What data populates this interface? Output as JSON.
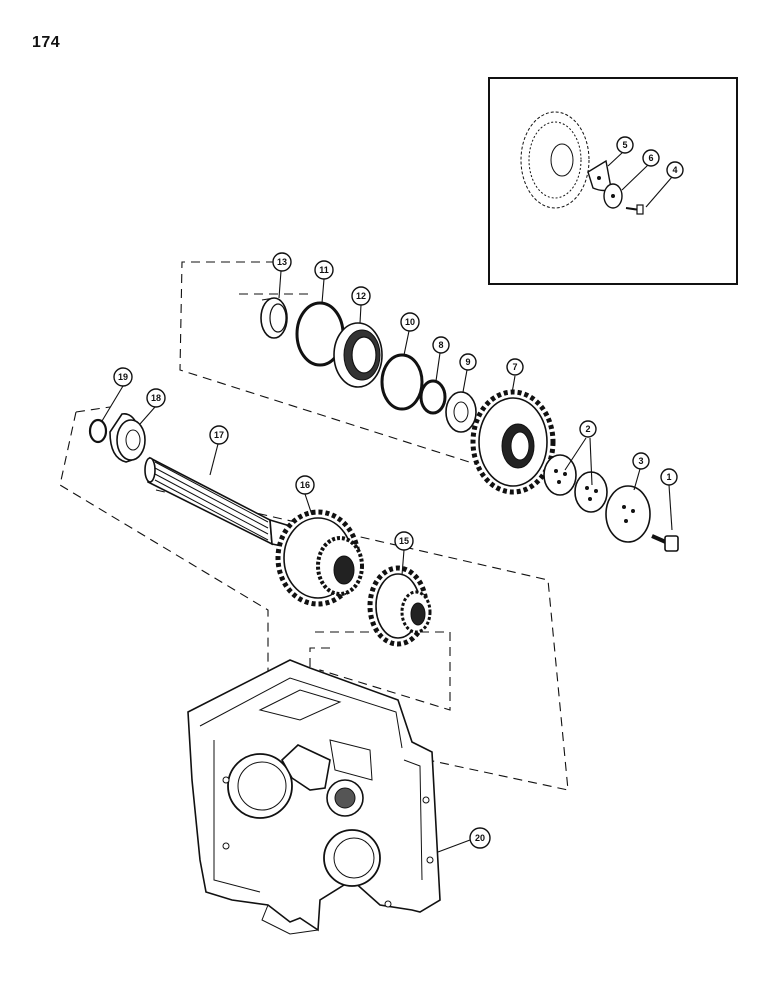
{
  "page": {
    "number": "174"
  },
  "callouts": {
    "c1": "1",
    "c2": "2",
    "c3": "3",
    "c4": "4",
    "c5": "5",
    "c6": "6",
    "c7": "7",
    "c8": "8",
    "c9": "9",
    "c10": "10",
    "c11": "11",
    "c12": "12",
    "c13": "13",
    "c15": "15",
    "c16": "16",
    "c17": "17",
    "c18": "18",
    "c19": "19",
    "c20": "20"
  }
}
